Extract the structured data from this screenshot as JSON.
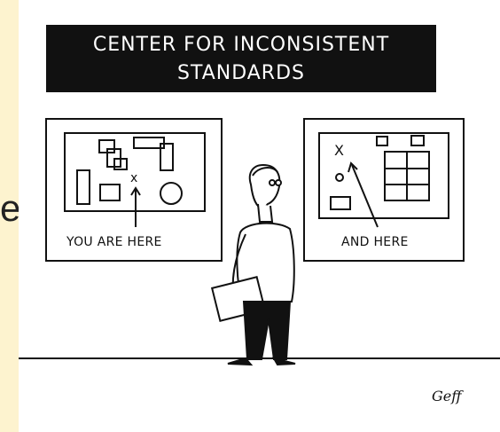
{
  "slide": {
    "partial_letter": "e"
  },
  "cartoon": {
    "banner_line1": "CENTER FOR INCONSISTENT",
    "banner_line2": "STANDARDS",
    "left_map_caption": "YOU ARE HERE",
    "right_map_caption": "AND HERE",
    "left_map_marker": "x",
    "right_map_marker": "X",
    "signature": "Geff",
    "colors": {
      "background": "#fdf3cf",
      "ink": "#111111",
      "paper": "#ffffff"
    }
  }
}
